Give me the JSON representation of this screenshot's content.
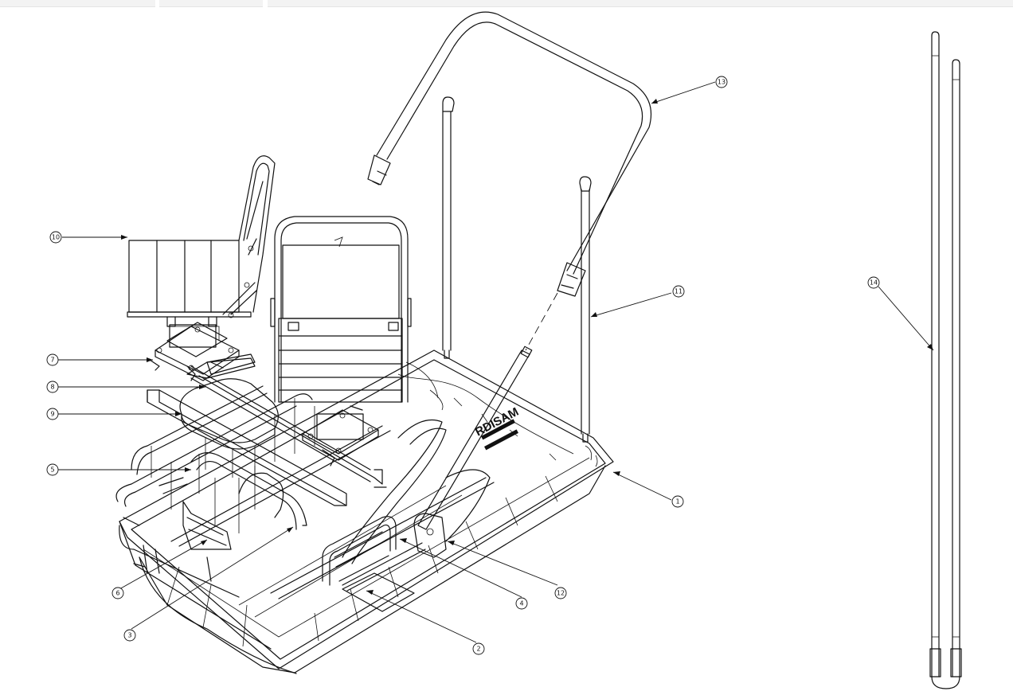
{
  "drawing": {
    "callouts": [
      "1",
      "2",
      "3",
      "4",
      "5",
      "6",
      "7",
      "8",
      "9",
      "10",
      "11",
      "12",
      "13",
      "14"
    ],
    "sled_marking": {
      "brand": "RDISAM",
      "line1": "",
      "line2": ""
    }
  }
}
